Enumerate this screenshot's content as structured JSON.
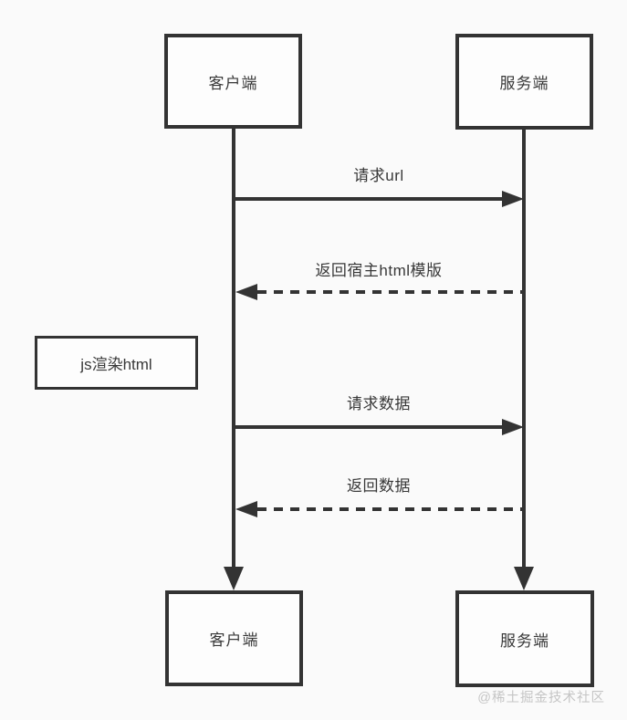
{
  "diagram_type": "sequence-diagram",
  "actors": {
    "top": [
      {
        "label": "客户端"
      },
      {
        "label": "服务端"
      }
    ],
    "bottom": [
      {
        "label": "客户端"
      },
      {
        "label": "服务端"
      }
    ]
  },
  "messages": [
    {
      "label": "请求url",
      "from": "客户端",
      "to": "服务端",
      "style": "solid",
      "direction": "right"
    },
    {
      "label": "返回宿主html模版",
      "from": "服务端",
      "to": "客户端",
      "style": "dashed",
      "direction": "left"
    },
    {
      "label": "请求数据",
      "from": "客户端",
      "to": "服务端",
      "style": "solid",
      "direction": "right"
    },
    {
      "label": "返回数据",
      "from": "服务端",
      "to": "客户端",
      "style": "dashed",
      "direction": "left"
    }
  ],
  "note": {
    "label": "js渲染html"
  },
  "watermark": {
    "text": "@稀土掘金技术社区"
  },
  "colors": {
    "line": "#333333",
    "background": "#fafafa",
    "box_fill": "#fdfdfd",
    "watermark": "#c5c5c5"
  }
}
